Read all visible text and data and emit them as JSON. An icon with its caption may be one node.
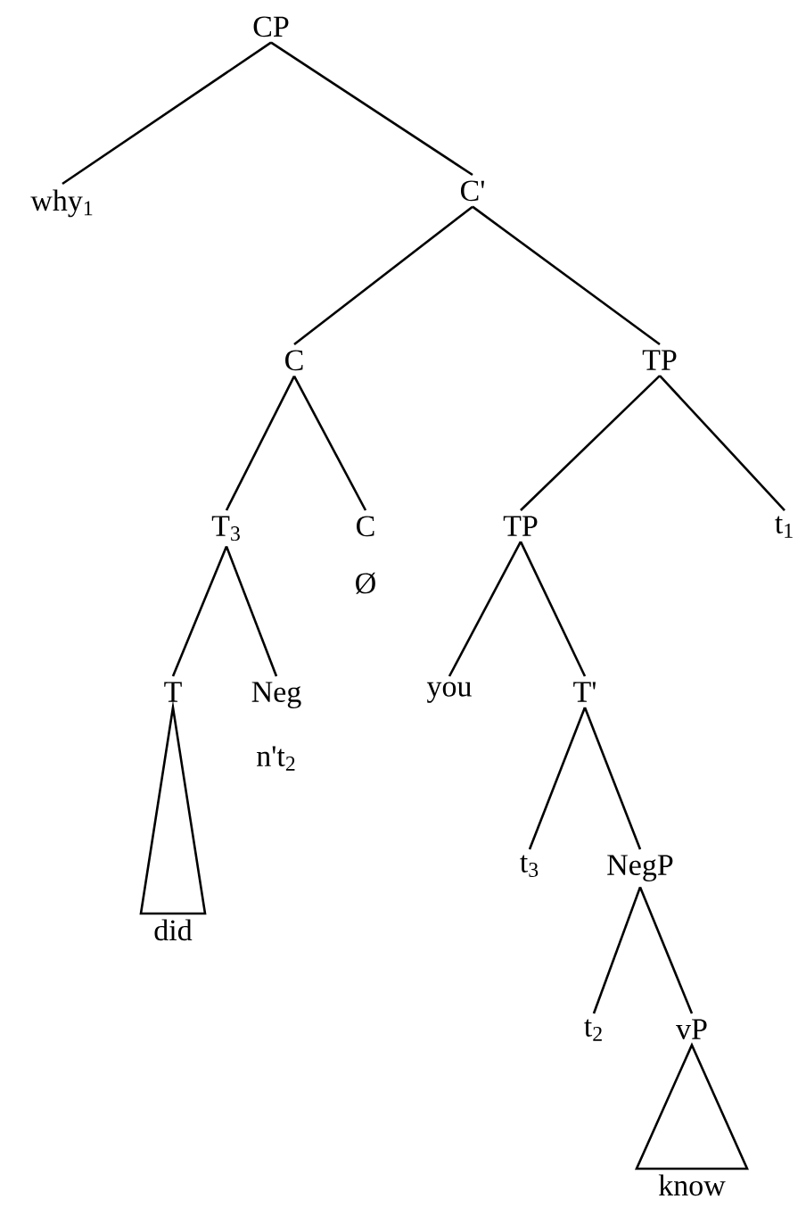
{
  "diagram": {
    "nodes": [
      {
        "text": [
          "CP"
        ]
      },
      {
        "text": [
          "why$_{1}$"
        ]
      },
      {
        "text": [
          "C'"
        ]
      },
      {
        "text": [
          "C"
        ]
      },
      {
        "text": [
          "TP"
        ]
      },
      {
        "text": [
          "T$_{3}$"
        ]
      },
      {
        "text": [
          "C",
          "Ø"
        ]
      },
      {
        "text": [
          "TP"
        ]
      },
      {
        "text": [
          "t$_{1}$"
        ]
      },
      {
        "text": [
          "T"
        ]
      },
      {
        "text": [
          "Neg",
          "n't$_{2}$"
        ]
      },
      {
        "text": [
          "you"
        ]
      },
      {
        "text": [
          "T'"
        ]
      },
      {
        "text": [
          "did"
        ]
      },
      {
        "text": [
          "t$_{3}$"
        ]
      },
      {
        "text": [
          "NegP"
        ]
      },
      {
        "text": [
          "t$_{2}$"
        ]
      },
      {
        "text": [
          "vP"
        ]
      },
      {
        "text": [
          "know"
        ]
      }
    ],
    "edges": [
      {
        "from": 0,
        "to": 1,
        "arrow": "none"
      },
      {
        "from": 0,
        "to": 2,
        "arrow": "none"
      },
      {
        "from": 2,
        "to": 3,
        "arrow": "none"
      },
      {
        "from": 2,
        "to": 4,
        "arrow": "none"
      },
      {
        "from": 3,
        "to": 5,
        "arrow": "none"
      },
      {
        "from": 3,
        "to": 6,
        "arrow": "none"
      },
      {
        "from": 4,
        "to": 7,
        "arrow": "none"
      },
      {
        "from": 4,
        "to": 8,
        "arrow": "none"
      },
      {
        "from": 5,
        "to": 9,
        "arrow": "none"
      },
      {
        "from": 5,
        "to": 10,
        "arrow": "none"
      },
      {
        "from": 7,
        "to": 11,
        "arrow": "none"
      },
      {
        "from": 7,
        "to": 12,
        "arrow": "none"
      },
      {
        "from": 9,
        "to": 13,
        "arrow": "none"
      },
      {
        "from": 12,
        "to": 14,
        "arrow": "none"
      },
      {
        "from": 12,
        "to": 15,
        "arrow": "none"
      },
      {
        "from": 15,
        "to": 16,
        "arrow": "none"
      },
      {
        "from": 15,
        "to": 17,
        "arrow": "none"
      },
      {
        "from": 17,
        "to": 18,
        "arrow": "none"
      }
    ]
  }
}
